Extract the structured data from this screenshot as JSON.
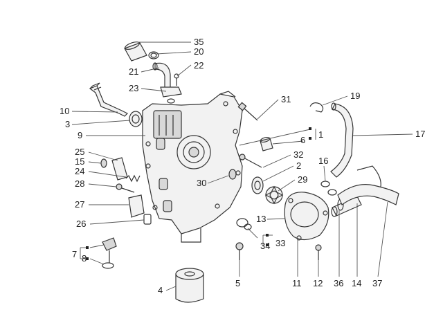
{
  "callouts": {
    "n35": "35",
    "n20": "20",
    "n21": "21",
    "n22": "22",
    "n23": "23",
    "n10": "10",
    "n3": "3",
    "n9": "9",
    "n31": "31",
    "n19": "19",
    "n17": "17",
    "n1": "1",
    "n6": "6",
    "n32": "32",
    "n2": "2",
    "n16": "16",
    "n25": "25",
    "n15": "15",
    "n24": "24",
    "n28": "28",
    "n30": "30",
    "n29": "29",
    "n27": "27",
    "n13": "13",
    "n26": "26",
    "n34": "34",
    "n33": "33",
    "n7": "7",
    "n8": "8",
    "n5": "5",
    "n4": "4",
    "n11": "11",
    "n12": "12",
    "n36": "36",
    "n14": "14",
    "n37": "37"
  }
}
